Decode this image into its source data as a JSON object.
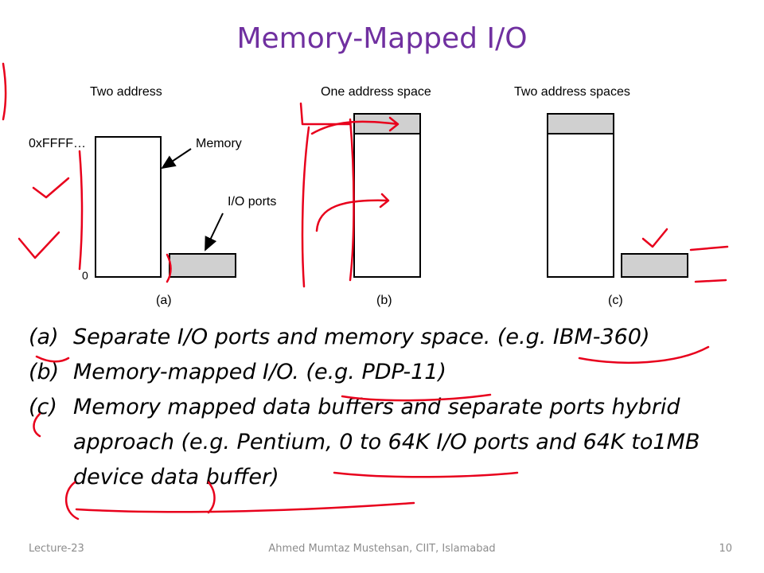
{
  "title": "Memory-Mapped I/O",
  "diagram": {
    "col_a_heading": "Two address",
    "col_b_heading": "One address space",
    "col_c_heading": "Two address spaces",
    "top_address": "0xFFFF…",
    "bottom_address": "0",
    "memory_label": "Memory",
    "io_ports_label": "I/O ports",
    "caption_a": "(a)",
    "caption_b": "(b)",
    "caption_c": "(c)"
  },
  "items": [
    {
      "marker": "(a)",
      "text": "Separate I/O ports and memory space. (e.g. IBM-360)"
    },
    {
      "marker": "(b)",
      "text": "Memory-mapped I/O. (e.g. PDP-11)"
    },
    {
      "marker": "(c)",
      "text": "Memory mapped data buffers and separate ports hybrid approach (e.g. Pentium, 0 to 64K I/O ports and 64K to1MB device data buffer)"
    }
  ],
  "footer": {
    "left": "Lecture-23",
    "center": "Ahmed Mumtaz Mustehsan, CIIT, Islamabad",
    "right": "10"
  },
  "colors": {
    "title": "#7030a0",
    "annotation": "#e8001c",
    "io_fill": "#d0d0d0"
  }
}
